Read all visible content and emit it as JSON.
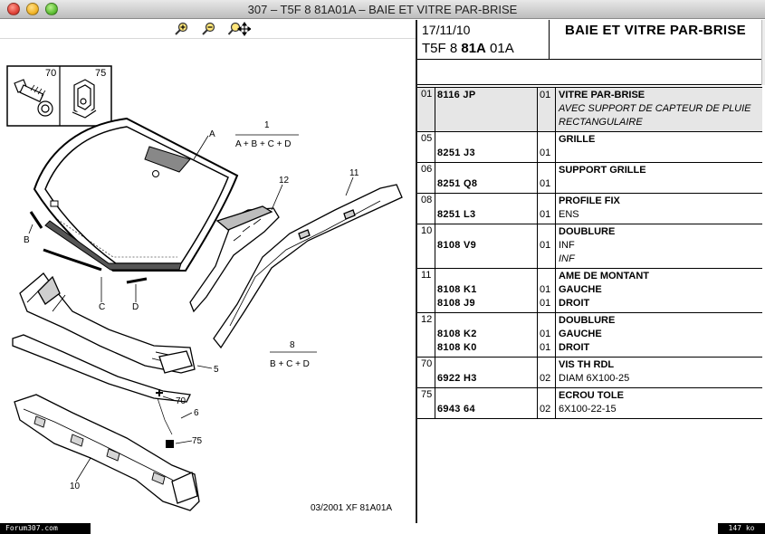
{
  "window": {
    "title": "307 – T5F 8 81A01A – BAIE ET VITRE PAR-BRISE"
  },
  "toolbar": {
    "zoom_in_icon": "zoom-in-icon",
    "zoom_out_icon": "zoom-out-icon",
    "zoom_fit_icon": "zoom-fit-icon"
  },
  "drawing": {
    "inset_labels": [
      "70",
      "75"
    ],
    "callouts": {
      "A": "A",
      "B": "B",
      "C": "C",
      "D": "D",
      "n1": "1",
      "n1_formula": "A + B + C + D",
      "n8": "8",
      "n8_formula": "B + C + D",
      "n11": "11",
      "n12": "12",
      "n5": "5",
      "n6": "6",
      "n70": "70",
      "n75": "75",
      "n10": "10"
    },
    "footer": "03/2001   XF 81A01A"
  },
  "header": {
    "date": "17/11/10",
    "code_prefix": "T5F 8 ",
    "code_bold": "81A",
    "code_suffix": " 01A",
    "title": "BAIE ET VITRE PAR-BRISE"
  },
  "parts": [
    {
      "num": "01",
      "refs": [
        "8116 JP"
      ],
      "qtys": [
        "01"
      ],
      "lines": [
        {
          "text": "VITRE PAR-BRISE",
          "style": "lbl"
        },
        {
          "text": "AVEC SUPPORT DE CAPTEUR DE PLUIE",
          "style": "it"
        },
        {
          "text": "RECTANGULAIRE",
          "style": "it"
        }
      ],
      "selected": true
    },
    {
      "num": "05",
      "refs": [
        "",
        "8251 J3"
      ],
      "qtys": [
        "",
        "01"
      ],
      "lines": [
        {
          "text": "GRILLE",
          "style": "lbl"
        },
        {
          "text": "",
          "style": ""
        }
      ]
    },
    {
      "num": "06",
      "refs": [
        "",
        "8251 Q8"
      ],
      "qtys": [
        "",
        "01"
      ],
      "lines": [
        {
          "text": "SUPPORT GRILLE",
          "style": "lbl"
        },
        {
          "text": "",
          "style": ""
        }
      ]
    },
    {
      "num": "08",
      "refs": [
        "",
        "8251 L3"
      ],
      "qtys": [
        "",
        "01"
      ],
      "lines": [
        {
          "text": "PROFILE FIX",
          "style": "lbl"
        },
        {
          "text": "ENS",
          "style": ""
        }
      ]
    },
    {
      "num": "10",
      "refs": [
        "",
        "8108 V9",
        ""
      ],
      "qtys": [
        "",
        "01",
        ""
      ],
      "lines": [
        {
          "text": "DOUBLURE",
          "style": "lbl"
        },
        {
          "text": "INF",
          "style": ""
        },
        {
          "text": "INF",
          "style": "it"
        }
      ]
    },
    {
      "num": "11",
      "refs": [
        "",
        "8108 K1",
        "8108 J9"
      ],
      "qtys": [
        "",
        "01",
        "01"
      ],
      "lines": [
        {
          "text": "AME DE MONTANT",
          "style": "lbl"
        },
        {
          "text": "GAUCHE",
          "style": "lbl"
        },
        {
          "text": "DROIT",
          "style": "lbl"
        }
      ]
    },
    {
      "num": "12",
      "refs": [
        "",
        "8108 K2",
        "8108 K0"
      ],
      "qtys": [
        "",
        "01",
        "01"
      ],
      "lines": [
        {
          "text": "DOUBLURE",
          "style": "lbl"
        },
        {
          "text": "GAUCHE",
          "style": "lbl"
        },
        {
          "text": "DROIT",
          "style": "lbl"
        }
      ]
    },
    {
      "num": "70",
      "refs": [
        "",
        "6922 H3"
      ],
      "qtys": [
        "",
        "02"
      ],
      "lines": [
        {
          "text": "VIS TH RDL",
          "style": "lbl"
        },
        {
          "text": "DIAM 6X100-25",
          "style": ""
        }
      ]
    },
    {
      "num": "75",
      "refs": [
        "",
        "6943 64"
      ],
      "qtys": [
        "",
        "02"
      ],
      "lines": [
        {
          "text": "ECROU TOLE",
          "style": "lbl"
        },
        {
          "text": "6X100-22-15",
          "style": ""
        }
      ]
    }
  ],
  "status": {
    "left": "Forum307.com",
    "right": "147 ko"
  }
}
